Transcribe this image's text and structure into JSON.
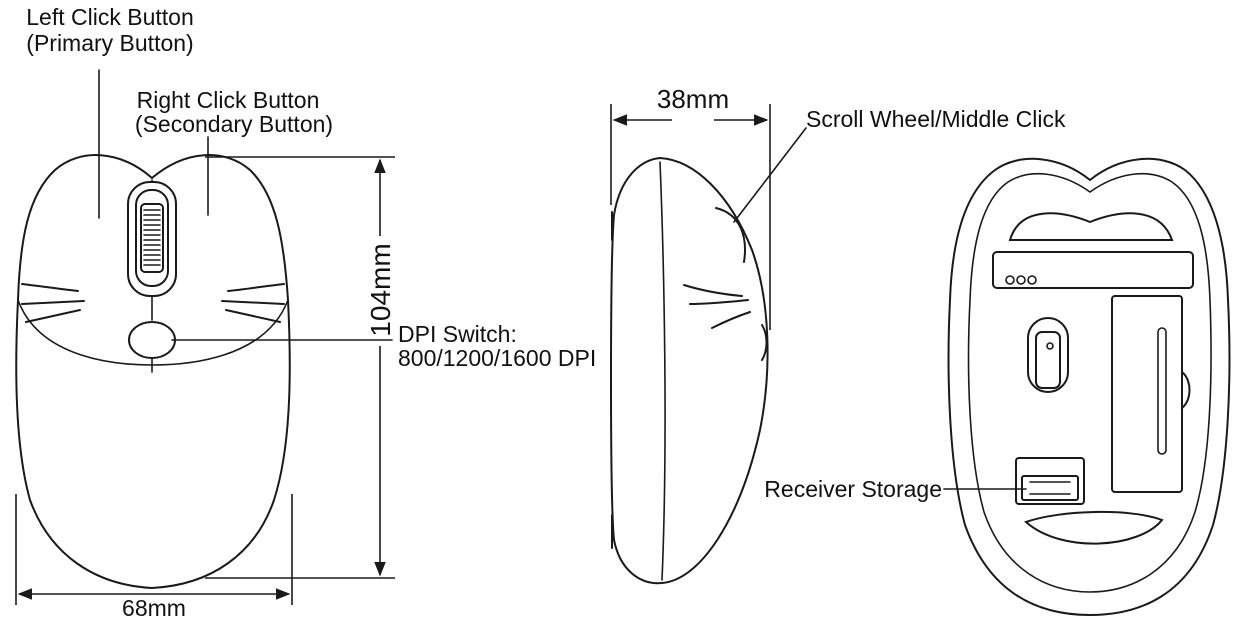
{
  "labels": {
    "left_click_line1": "Left Click Button",
    "left_click_line2": "(Primary Button)",
    "right_click_line1": "Right Click Button",
    "right_click_line2": "(Secondary Button)",
    "dpi_line1": "DPI Switch:",
    "dpi_line2": "800/1200/1600 DPI",
    "scroll_wheel": "Scroll Wheel/Middle Click",
    "receiver_storage": "Receiver Storage"
  },
  "dimensions": {
    "height": "104mm",
    "width": "68mm",
    "depth": "38mm"
  },
  "colors": {
    "line": "#1a1a1a",
    "background": "#ffffff"
  }
}
